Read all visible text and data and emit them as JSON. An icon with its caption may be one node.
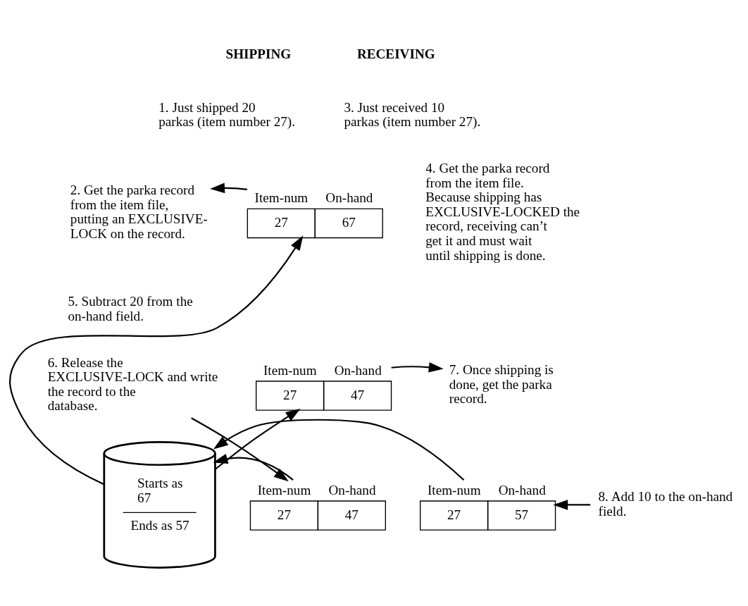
{
  "diagram": {
    "nodes": [
      {
        "text": [
          "2. Get the parka record from the item file, putting an EXCLUSIVE-LOCK on the record."
        ]
      },
      {
        "text": [
          "Item-num",
          "On-hand",
          "27",
          "67"
        ]
      },
      {
        "text": [
          "6. Release the EXCLUSIVE-LOCK and write the record to the database."
        ]
      },
      {
        "text": [
          "Item-num",
          "On-hand",
          "27",
          "47"
        ]
      },
      {
        "text": [
          "7. Once shipping is done, get the parka record."
        ]
      },
      {
        "text": [
          "8. Add 10 to the on-hand field."
        ]
      },
      {
        "text": [
          "Item-num",
          "On-hand",
          "27",
          "47"
        ]
      },
      {
        "text": [
          "Starts as 67",
          "Ends as 57"
        ]
      },
      {
        "text": [
          "Item-num",
          "On-hand",
          "27",
          "57"
        ]
      }
    ],
    "edges": [
      {
        "from": 1,
        "to": 0,
        "arrow": "to"
      },
      {
        "from": 7,
        "to": 1,
        "arrow": "to"
      },
      {
        "from": 7,
        "to": 3,
        "arrow": "to"
      },
      {
        "from": 3,
        "to": 4,
        "arrow": "to"
      },
      {
        "from": 2,
        "to": 6,
        "arrow": "to"
      },
      {
        "from": 6,
        "to": 7,
        "arrow": "to"
      },
      {
        "from": 5,
        "to": 8,
        "arrow": "to"
      },
      {
        "from": 8,
        "to": 7,
        "arrow": "to"
      }
    ],
    "labels": [
      "SHIPPING",
      "RECEIVING",
      "1. Just shipped 20 parkas (item number 27).",
      "3. Just received 10 parkas (item number 27).",
      "4. Get the parka record from the item file. Because shipping has EXCLUSIVE-LOCKED the record, receiving can’t get it and must wait until shipping is done.",
      "5. Subtract 20 from the on-hand field."
    ]
  }
}
